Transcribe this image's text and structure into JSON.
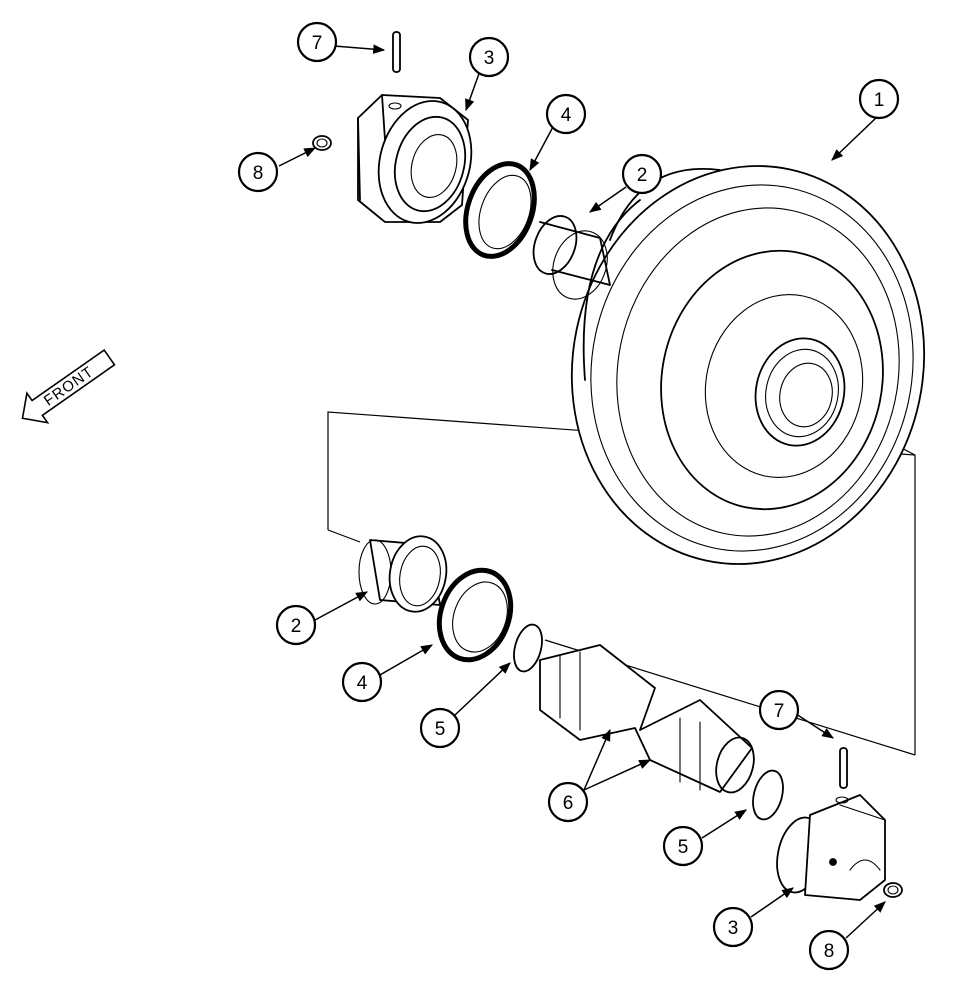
{
  "diagram": {
    "orientation_label": "FRONT",
    "callouts": [
      {
        "id": "c1",
        "label": "1"
      },
      {
        "id": "c2a",
        "label": "2"
      },
      {
        "id": "c2b",
        "label": "2"
      },
      {
        "id": "c3a",
        "label": "3"
      },
      {
        "id": "c3b",
        "label": "3"
      },
      {
        "id": "c4a",
        "label": "4"
      },
      {
        "id": "c4b",
        "label": "4"
      },
      {
        "id": "c5a",
        "label": "5"
      },
      {
        "id": "c5b",
        "label": "5"
      },
      {
        "id": "c6",
        "label": "6"
      },
      {
        "id": "c7a",
        "label": "7"
      },
      {
        "id": "c7b",
        "label": "7"
      },
      {
        "id": "c8a",
        "label": "8"
      },
      {
        "id": "c8b",
        "label": "8"
      }
    ]
  }
}
